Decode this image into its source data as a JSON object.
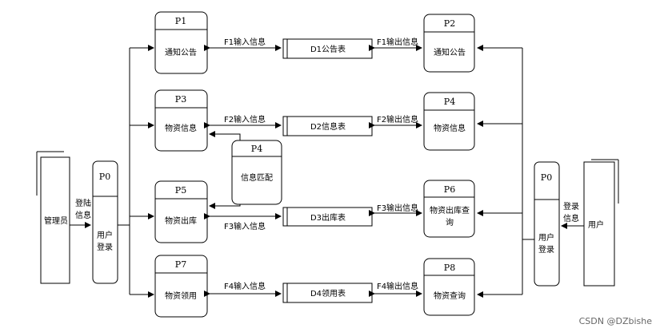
{
  "processes": {
    "p1": {
      "id": "P1",
      "name": "通知公告"
    },
    "p2": {
      "id": "P2",
      "name": "通知公告"
    },
    "p3": {
      "id": "P3",
      "name": "物资信息"
    },
    "p4": {
      "id": "P4",
      "name": "物资信息"
    },
    "p5": {
      "id": "P5",
      "name": "物资出库"
    },
    "p6": {
      "id": "P6",
      "name_line1": "物资出库查",
      "name_line2": "询"
    },
    "p7": {
      "id": "P7",
      "name": "物资领用"
    },
    "p8": {
      "id": "P8",
      "name": "物资查询"
    },
    "p4_match": {
      "id": "P4",
      "name": "信息匹配"
    },
    "p0_left": {
      "id": "P0",
      "name_line1": "用户",
      "name_line2": "登录"
    },
    "p0_right": {
      "id": "P0",
      "name_line1": "用户",
      "name_line2": "登录"
    }
  },
  "data_stores": {
    "d1": "D1公告表",
    "d2": "D2信息表",
    "d3": "D3出库表",
    "d4": "D4领用表"
  },
  "entities": {
    "admin": "管理员",
    "user": "用户"
  },
  "flows": {
    "f1_in": "F1输入信息",
    "f1_out": "F1输出信息",
    "f2_in": "F2输入信息",
    "f2_out": "F2输出信息",
    "f3_in": "F3输入信息",
    "f3_out": "F3输出信息",
    "f4_in": "F4输入信息",
    "f4_out": "F4输出信息",
    "login_left_1": "登陆",
    "login_left_2": "信息",
    "login_right_1": "登录",
    "login_right_2": "信息"
  },
  "watermark": "CSDN @DZbishe"
}
